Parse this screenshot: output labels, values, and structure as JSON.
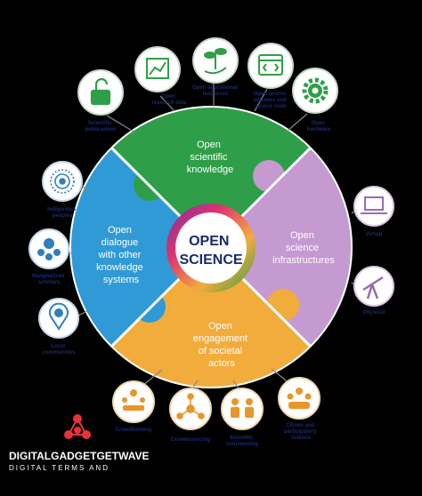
{
  "center": {
    "line1": "OPEN",
    "line2": "SCIENCE"
  },
  "quadrants": {
    "knowledge": {
      "lines": [
        "Open",
        "scientific",
        "knowledge"
      ],
      "color": "#2f9e48"
    },
    "infrastructures": {
      "lines": [
        "Open",
        "science",
        "infrastructures"
      ],
      "color": "#c49ad0"
    },
    "engagement": {
      "lines": [
        "Open",
        "engagement",
        "of societal",
        "actors"
      ],
      "color": "#f2ac3c"
    },
    "dialogue": {
      "lines": [
        "Open",
        "dialogue",
        "with other",
        "knowledge",
        "systems"
      ],
      "color": "#2f9ad6"
    }
  },
  "bubbles": {
    "publications": {
      "label": [
        "Scientific",
        "publications"
      ],
      "icon": "open-padlock-icon"
    },
    "research_data": {
      "label": [
        "Open",
        "research data"
      ],
      "icon": "data-chart-icon"
    },
    "educational": {
      "label": [
        "Open educational",
        "resources"
      ],
      "icon": "hand-plant-icon"
    },
    "software": {
      "label": [
        "Open source",
        "software and",
        "source code"
      ],
      "icon": "code-window-icon"
    },
    "hardware": {
      "label": [
        "Open",
        "hardware"
      ],
      "icon": "gear-icon"
    },
    "virtual": {
      "label": [
        "Virtual"
      ],
      "icon": "laptop-icon"
    },
    "physical": {
      "label": [
        "Physical"
      ],
      "icon": "telescope-icon"
    },
    "indigenous": {
      "label": [
        "Indigenous",
        "peoples"
      ],
      "icon": "pattern-circle-icon"
    },
    "marginalized": {
      "label": [
        "Marginalized",
        "scholars"
      ],
      "icon": "people-globe-icon"
    },
    "local": {
      "label": [
        "Local",
        "communities"
      ],
      "icon": "location-person-icon"
    },
    "crowdfunding": {
      "label": [
        "Crowdfunding"
      ],
      "icon": "crowd-coins-icon"
    },
    "crowdsourcing": {
      "label": [
        "Crowdsourcing"
      ],
      "icon": "network-people-icon"
    },
    "volunteering": {
      "label": [
        "Scientific",
        "volunteering"
      ],
      "icon": "raised-hands-icon"
    },
    "participatory": {
      "label": [
        "Citizen and",
        "participatory",
        "science"
      ],
      "icon": "group-people-icon"
    }
  },
  "watermark": {
    "brand": "DIGITALGADGETGETWAVE",
    "tagline": "DIGITAL TERMS AND"
  },
  "colors": {
    "background": "#000000",
    "bubble_fill": "#ffffff",
    "label": "#1a2a6c",
    "center_text": "#1a2a6c"
  }
}
